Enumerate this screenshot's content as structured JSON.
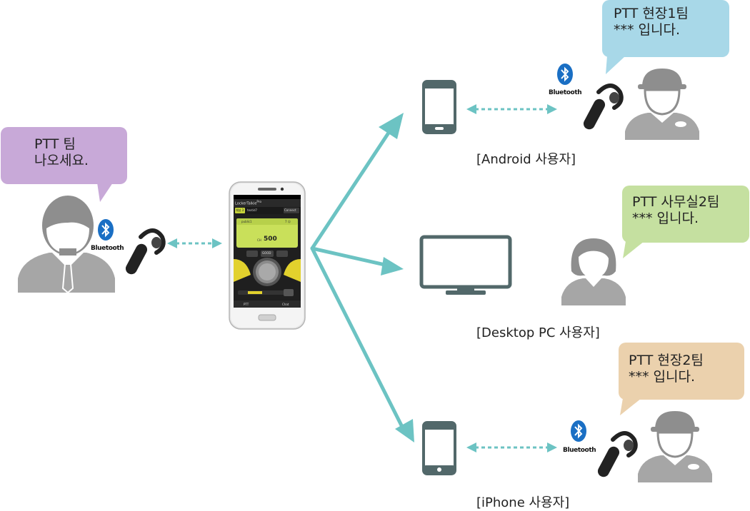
{
  "speaker": {
    "bubble_line1": "PTT 팀",
    "bubble_line2": "나오세요.",
    "bubble_color": "#c8a9d8"
  },
  "center_phone": {
    "app_title": "LockerTalkie",
    "app_superscript": "Pro",
    "channel_badge": "채널 3",
    "channel_name": "textid7",
    "connect_button": "Connect",
    "user_label": "public1",
    "user_count": "7 ☺",
    "counter_value": "500",
    "counter_prefix": "CH",
    "good_button": "GOOD",
    "ptt_tab": "PTT",
    "chat_tab": "Chat"
  },
  "bluetooth_label": "Bluetooth",
  "android": {
    "caption": "[Android 사용자]",
    "bubble_line1": "PTT 현장1팀",
    "bubble_line2": "*** 입니다.",
    "bubble_color": "#a8d8e8"
  },
  "desktop": {
    "caption": "[Desktop PC 사용자]",
    "bubble_line1": "PTT 사무실2팀",
    "bubble_line2": "*** 입니다.",
    "bubble_color": "#c5e0a0"
  },
  "iphone": {
    "caption": "[iPhone 사용자]",
    "bubble_line1": "PTT  현장2팀",
    "bubble_line2": "*** 입니다.",
    "bubble_color": "#ebd1ad"
  },
  "colors": {
    "arrow": "#6cc3c3",
    "device": "#52686a",
    "person": "#8e8e8e",
    "person_shirt": "#a6a6a6"
  }
}
